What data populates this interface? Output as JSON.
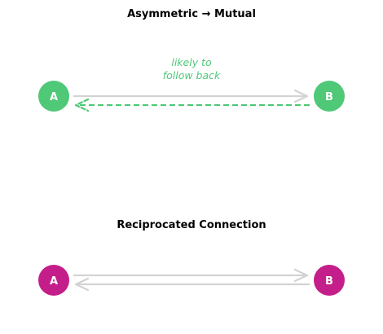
{
  "colors": {
    "green": "#4fc878",
    "magenta": "#c41e8a",
    "arrow_gray": "#d3d3d3",
    "text": "#000000",
    "node_text": "#ffffff"
  },
  "top_panel": {
    "title": "Asymmetric → Mutual",
    "node_a": "A",
    "node_b": "B",
    "annotation_line1": "likely to",
    "annotation_line2": "follow back"
  },
  "bottom_panel": {
    "title": "Reciprocated Connection",
    "node_a": "A",
    "node_b": "B"
  }
}
